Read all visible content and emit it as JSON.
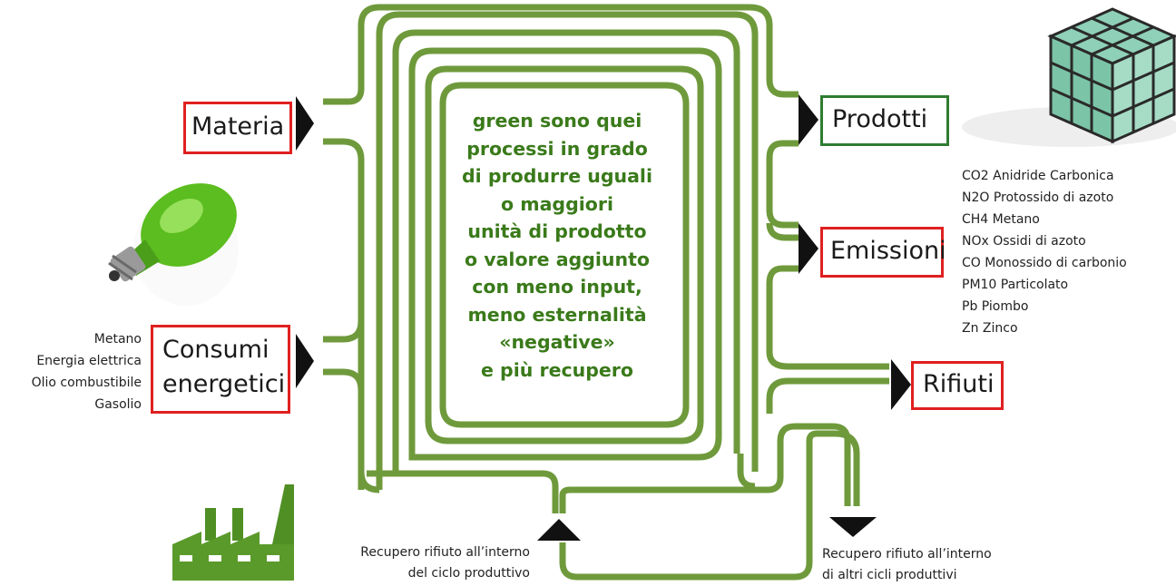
{
  "inputs": {
    "materia": "Materia",
    "consumi_line1": "Consumi",
    "consumi_line2": "energetici"
  },
  "outputs": {
    "prodotti": "Prodotti",
    "emissioni": "Emissioni",
    "rifiuti": "Rifiuti"
  },
  "center_text": [
    "green  sono quei",
    "processi in grado",
    "di produrre uguali",
    "o maggiori",
    "unità di prodotto",
    "o valore aggiunto",
    "con meno input,",
    "meno esternalità",
    "«negative»",
    "e più recupero"
  ],
  "energy_sources": [
    "Metano",
    "Energia elettrica",
    "Olio combustibile",
    "Gasolio"
  ],
  "emissions_list": [
    "CO2 Anidride Carbonica",
    "N2O Protossido di azoto",
    "CH4 Metano",
    "NOx Ossidi di azoto",
    "CO Monossido di carbonio",
    "PM10 Particolato",
    "Pb Piombo",
    "Zn Zinco"
  ],
  "recovery_internal": [
    "Recupero rifiuto all’interno",
    "del ciclo produttivo"
  ],
  "recovery_external": [
    "Recupero rifiuto all’interno",
    "di altri cicli produttivi"
  ],
  "colors": {
    "pipe": "#6f9a3c",
    "red_border": "#e02020",
    "green_border": "#2e7d32",
    "center_text": "#3a7a1a",
    "arrow": "#111111"
  },
  "icons": [
    "lightbulb-icon",
    "factory-icon",
    "cube-icon"
  ]
}
